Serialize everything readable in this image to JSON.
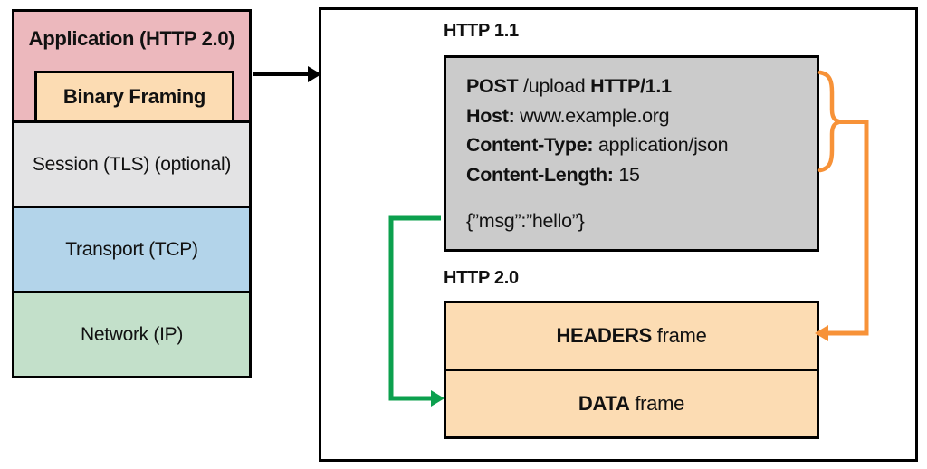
{
  "stack": {
    "layers": [
      {
        "label": "Application (HTTP 2.0)",
        "color": "#ecb8bd"
      },
      {
        "label": "Binary Framing",
        "color": "#fcdcb3"
      },
      {
        "label": "Session (TLS) (optional)",
        "color": "#e3e3e4"
      },
      {
        "label": "Transport (TCP)",
        "color": "#b3d4ea"
      },
      {
        "label": "Network (IP)",
        "color": "#c3e0ca"
      }
    ]
  },
  "http11": {
    "title": "HTTP 1.1",
    "request_line": {
      "method": "POST",
      "path": " /upload ",
      "version": "HTTP/1.1"
    },
    "headers": [
      {
        "key": "Host:",
        "value": " www.example.org"
      },
      {
        "key": "Content-Type:",
        "value": " application/json"
      },
      {
        "key": "Content-Length:",
        "value": " 15"
      }
    ],
    "body": "{”msg”:”hello”}"
  },
  "http2": {
    "title": "HTTP 2.0",
    "frames": [
      {
        "name": "HEADERS",
        "suffix": " frame"
      },
      {
        "name": "DATA",
        "suffix": " frame"
      }
    ]
  },
  "colors": {
    "application_pink": "#ecb8bd",
    "binary_framing_peach": "#fcdcb3",
    "session_gray": "#e3e3e4",
    "transport_blue": "#b3d4ea",
    "network_green": "#c3e0ca",
    "request_box_gray": "#cbcbcb",
    "frame_peach": "#fcdcb3",
    "arrow_orange": "#f79238",
    "arrow_green": "#0ca04e",
    "border": "#000000"
  }
}
